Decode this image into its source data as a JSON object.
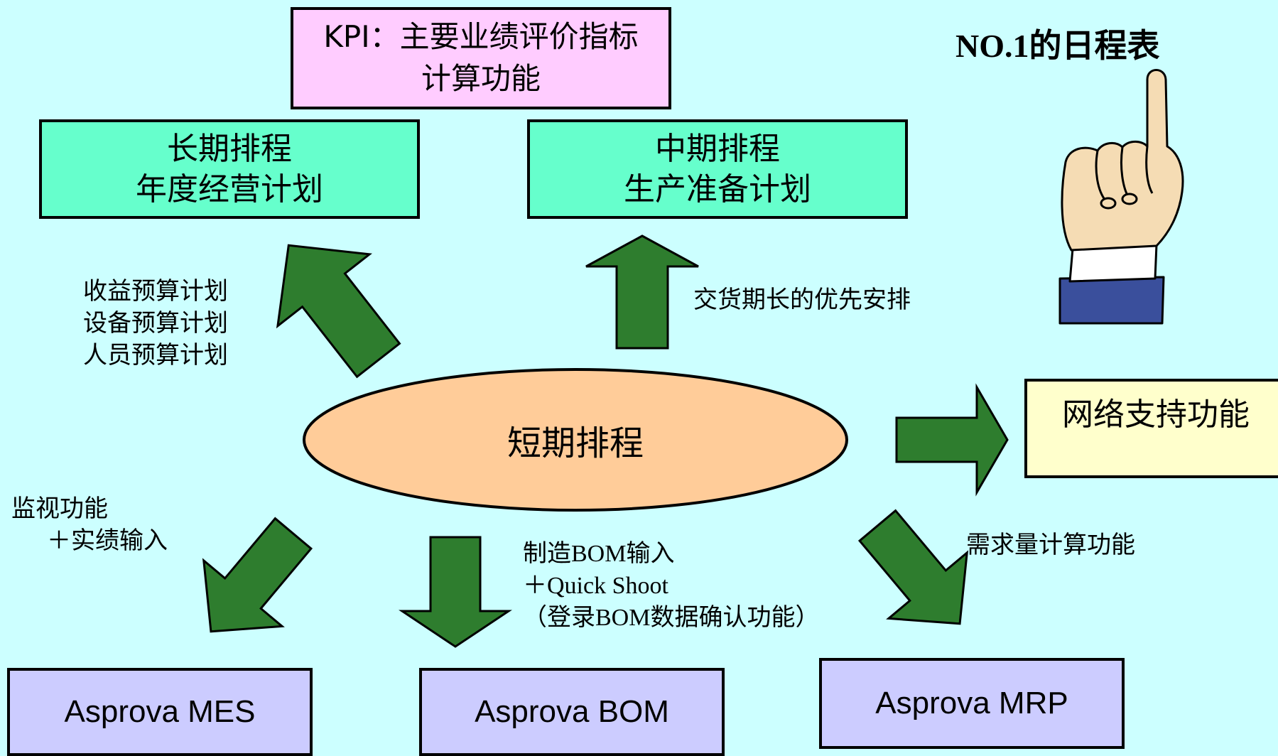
{
  "title": "NO.1的日程表",
  "kpi_box": {
    "line1": "KPI：主要业绩评价指标",
    "line2": "计算功能"
  },
  "long_term_box": {
    "line1": "长期排程",
    "line2": "年度经营计划"
  },
  "mid_term_box": {
    "line1": "中期排程",
    "line2": "生产准备计划"
  },
  "short_term": "短期排程",
  "network_box": "网络支持功能",
  "labels": {
    "budget": [
      "收益预算计划",
      "设备预算计划",
      "人员预算计划"
    ],
    "delivery": "交货期长的优先安排",
    "monitor": [
      "监视功能",
      "＋实绩输入"
    ],
    "bom": [
      "制造BOM输入",
      "＋Quick Shoot",
      "（登录BOM数据确认功能）"
    ],
    "mrp": "需求量计算功能"
  },
  "products": {
    "mes": "Asprova MES",
    "bom": "Asprova BOM",
    "mrp": "Asprova MRP"
  },
  "icons": {
    "arrow": "block-arrow-icon",
    "hand": "pointing-hand-icon"
  },
  "colors": {
    "background": "#ccffff",
    "arrow_fill": "#2e7d2e",
    "ellipse_fill": "#ffcc99",
    "green_box": "#66ffcc",
    "kpi_box": "#ffccff",
    "network_box": "#ffffcc",
    "product_box": "#ccccff",
    "hand_sleeve": "#3a4f9c",
    "hand_skin": "#f5dcb4"
  }
}
